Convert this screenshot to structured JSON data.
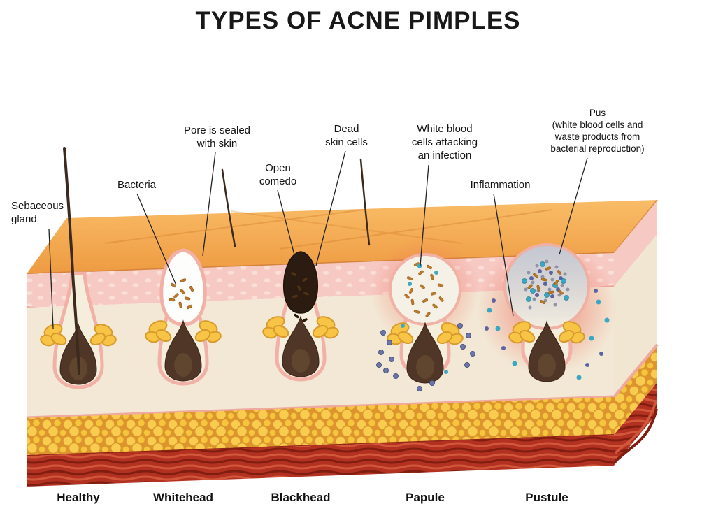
{
  "title": "TYPES OF ACNE PIMPLES",
  "callouts": {
    "sebaceous_gland": "Sebaceous\ngland",
    "bacteria": "Bacteria",
    "pore_sealed": "Pore is sealed\nwith skin",
    "open_comedo": "Open\ncomedo",
    "dead_skin_cells": "Dead\nskin cells",
    "white_blood_cells": "White blood\ncells attacking\nan infection",
    "inflammation": "Inflammation",
    "pus": "Pus\n(white blood cells and\nwaste products from\nbacterial reproduction)"
  },
  "acne_types": [
    "Healthy",
    "Whitehead",
    "Blackhead",
    "Papule",
    "Pustule"
  ],
  "colors": {
    "skin_surface": "#F2A24B",
    "epidermis": "#F6C9C2",
    "dermis": "#F2E8D5",
    "subcutaneous_fat": "#F8CB4F",
    "muscle": "#B23120",
    "sebaceous_gland": "#F8C445",
    "follicle_bulb": "#4F3626",
    "whitehead": "#FDFDFB",
    "blackhead": "#2C1B10",
    "bacteria": "#BF7A27",
    "white_blood_cell": "#6E77A9",
    "pus": "#C6C9D3",
    "inflammation_glow": "#EE5A48"
  }
}
